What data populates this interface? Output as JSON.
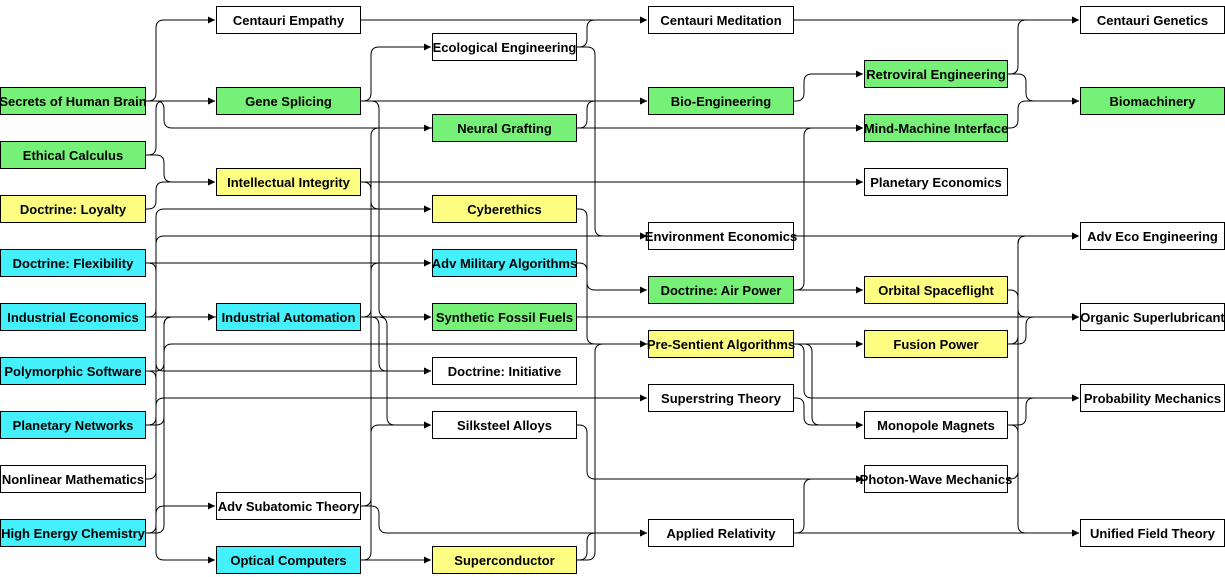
{
  "colors": {
    "green": "#77f077",
    "yellow": "#fdfd82",
    "cyan": "#44f0fb",
    "white": "#ffffff",
    "line": "#000000"
  },
  "nodes": [
    {
      "id": "centauri_empathy",
      "label": "Centauri Empathy",
      "color": "white"
    },
    {
      "id": "ecological_engineering",
      "label": "Ecological Engineering",
      "color": "white"
    },
    {
      "id": "centauri_meditation",
      "label": "Centauri Meditation",
      "color": "white"
    },
    {
      "id": "centauri_genetics",
      "label": "Centauri Genetics",
      "color": "white"
    },
    {
      "id": "secrets_human_brain",
      "label": "Secrets of Human Brain",
      "color": "green"
    },
    {
      "id": "gene_splicing",
      "label": "Gene Splicing",
      "color": "green"
    },
    {
      "id": "bio_engineering",
      "label": "Bio-Engineering",
      "color": "green"
    },
    {
      "id": "retroviral_engineering",
      "label": "Retroviral Engineering",
      "color": "green"
    },
    {
      "id": "biomachinery",
      "label": "Biomachinery",
      "color": "green"
    },
    {
      "id": "neural_grafting",
      "label": "Neural Grafting",
      "color": "green"
    },
    {
      "id": "mind_machine_interface",
      "label": "Mind-Machine Interface",
      "color": "green"
    },
    {
      "id": "ethical_calculus",
      "label": "Ethical Calculus",
      "color": "green"
    },
    {
      "id": "intellectual_integrity",
      "label": "Intellectual Integrity",
      "color": "yellow"
    },
    {
      "id": "planetary_economics",
      "label": "Planetary Economics",
      "color": "white"
    },
    {
      "id": "doctrine_loyalty",
      "label": "Doctrine: Loyalty",
      "color": "yellow"
    },
    {
      "id": "cyberethics",
      "label": "Cyberethics",
      "color": "yellow"
    },
    {
      "id": "environment_economics",
      "label": "Environment Economics",
      "color": "white"
    },
    {
      "id": "adv_eco_engineering",
      "label": "Adv Eco Engineering",
      "color": "white"
    },
    {
      "id": "doctrine_flexibility",
      "label": "Doctrine: Flexibility",
      "color": "cyan"
    },
    {
      "id": "adv_military_algorithms",
      "label": "Adv Military Algorithms",
      "color": "cyan"
    },
    {
      "id": "doctrine_air_power",
      "label": "Doctrine: Air Power",
      "color": "green"
    },
    {
      "id": "orbital_spaceflight",
      "label": "Orbital Spaceflight",
      "color": "yellow"
    },
    {
      "id": "industrial_economics",
      "label": "Industrial Economics",
      "color": "cyan"
    },
    {
      "id": "industrial_automation",
      "label": "Industrial Automation",
      "color": "cyan"
    },
    {
      "id": "synthetic_fossil_fuels",
      "label": "Synthetic Fossil Fuels",
      "color": "green"
    },
    {
      "id": "organic_superlubricant",
      "label": "Organic Superlubricant",
      "color": "white"
    },
    {
      "id": "pre_sentient_algorithms",
      "label": "Pre-Sentient Algorithms",
      "color": "yellow"
    },
    {
      "id": "fusion_power",
      "label": "Fusion Power",
      "color": "yellow"
    },
    {
      "id": "polymorphic_software",
      "label": "Polymorphic Software",
      "color": "cyan"
    },
    {
      "id": "doctrine_initiative",
      "label": "Doctrine: Initiative",
      "color": "white"
    },
    {
      "id": "superstring_theory",
      "label": "Superstring Theory",
      "color": "white"
    },
    {
      "id": "probability_mechanics",
      "label": "Probability Mechanics",
      "color": "white"
    },
    {
      "id": "planetary_networks",
      "label": "Planetary Networks",
      "color": "cyan"
    },
    {
      "id": "silksteel_alloys",
      "label": "Silksteel Alloys",
      "color": "white"
    },
    {
      "id": "monopole_magnets",
      "label": "Monopole Magnets",
      "color": "white"
    },
    {
      "id": "nonlinear_mathematics",
      "label": "Nonlinear Mathematics",
      "color": "white"
    },
    {
      "id": "photon_wave_mechanics",
      "label": "Photon-Wave Mechanics",
      "color": "white"
    },
    {
      "id": "adv_subatomic_theory",
      "label": "Adv Subatomic Theory",
      "color": "white"
    },
    {
      "id": "high_energy_chemistry",
      "label": "High Energy Chemistry",
      "color": "cyan"
    },
    {
      "id": "applied_relativity",
      "label": "Applied Relativity",
      "color": "white"
    },
    {
      "id": "unified_field_theory",
      "label": "Unified Field Theory",
      "color": "white"
    },
    {
      "id": "optical_computers",
      "label": "Optical Computers",
      "color": "cyan"
    },
    {
      "id": "superconductor",
      "label": "Superconductor",
      "color": "yellow"
    }
  ],
  "edges": [
    [
      "secrets_human_brain",
      "centauri_empathy"
    ],
    [
      "secrets_human_brain",
      "gene_splicing"
    ],
    [
      "secrets_human_brain",
      "mind_machine_interface"
    ],
    [
      "ethical_calculus",
      "gene_splicing"
    ],
    [
      "ethical_calculus",
      "intellectual_integrity"
    ],
    [
      "doctrine_loyalty",
      "intellectual_integrity"
    ],
    [
      "gene_splicing",
      "ecological_engineering"
    ],
    [
      "gene_splicing",
      "bio_engineering"
    ],
    [
      "gene_splicing",
      "synthetic_fossil_fuels"
    ],
    [
      "centauri_empathy",
      "centauri_meditation"
    ],
    [
      "ecological_engineering",
      "centauri_meditation"
    ],
    [
      "ecological_engineering",
      "environment_economics"
    ],
    [
      "neural_grafting",
      "mind_machine_interface"
    ],
    [
      "neural_grafting",
      "bio_engineering"
    ],
    [
      "intellectual_integrity",
      "cyberethics"
    ],
    [
      "intellectual_integrity",
      "planetary_economics"
    ],
    [
      "cyberethics",
      "pre_sentient_algorithms"
    ],
    [
      "centauri_meditation",
      "centauri_genetics"
    ],
    [
      "bio_engineering",
      "retroviral_engineering"
    ],
    [
      "retroviral_engineering",
      "centauri_genetics"
    ],
    [
      "retroviral_engineering",
      "biomachinery"
    ],
    [
      "mind_machine_interface",
      "biomachinery"
    ],
    [
      "environment_economics",
      "adv_eco_engineering"
    ],
    [
      "doctrine_flexibility",
      "adv_military_algorithms"
    ],
    [
      "doctrine_flexibility",
      "doctrine_initiative"
    ],
    [
      "industrial_economics",
      "industrial_automation"
    ],
    [
      "industrial_economics",
      "environment_economics"
    ],
    [
      "industrial_automation",
      "synthetic_fossil_fuels"
    ],
    [
      "industrial_automation",
      "neural_grafting"
    ],
    [
      "industrial_automation",
      "doctrine_initiative"
    ],
    [
      "industrial_automation",
      "silksteel_alloys"
    ],
    [
      "polymorphic_software",
      "optical_computers"
    ],
    [
      "polymorphic_software",
      "pre_sentient_algorithms"
    ],
    [
      "planetary_networks",
      "cyberethics"
    ],
    [
      "planetary_networks",
      "industrial_automation"
    ],
    [
      "nonlinear_mathematics",
      "superstring_theory"
    ],
    [
      "high_energy_chemistry",
      "adv_subatomic_theory"
    ],
    [
      "high_energy_chemistry",
      "synthetic_fossil_fuels"
    ],
    [
      "adv_subatomic_theory",
      "silksteel_alloys"
    ],
    [
      "adv_subatomic_theory",
      "applied_relativity"
    ],
    [
      "optical_computers",
      "adv_military_algorithms"
    ],
    [
      "optical_computers",
      "superconductor"
    ],
    [
      "adv_military_algorithms",
      "doctrine_air_power"
    ],
    [
      "synthetic_fossil_fuels",
      "organic_superlubricant"
    ],
    [
      "doctrine_air_power",
      "mind_machine_interface"
    ],
    [
      "doctrine_air_power",
      "orbital_spaceflight"
    ],
    [
      "pre_sentient_algorithms",
      "probability_mechanics"
    ],
    [
      "pre_sentient_algorithms",
      "monopole_magnets"
    ],
    [
      "superstring_theory",
      "monopole_magnets"
    ],
    [
      "silksteel_alloys",
      "photon_wave_mechanics"
    ],
    [
      "superconductor",
      "applied_relativity"
    ],
    [
      "superconductor",
      "fusion_power"
    ],
    [
      "applied_relativity",
      "photon_wave_mechanics"
    ],
    [
      "applied_relativity",
      "unified_field_theory"
    ],
    [
      "monopole_magnets",
      "unified_field_theory"
    ],
    [
      "monopole_magnets",
      "probability_mechanics"
    ],
    [
      "photon_wave_mechanics",
      "adv_eco_engineering"
    ],
    [
      "fusion_power",
      "adv_eco_engineering"
    ],
    [
      "fusion_power",
      "organic_superlubricant"
    ],
    [
      "orbital_spaceflight",
      "organic_superlubricant"
    ]
  ]
}
